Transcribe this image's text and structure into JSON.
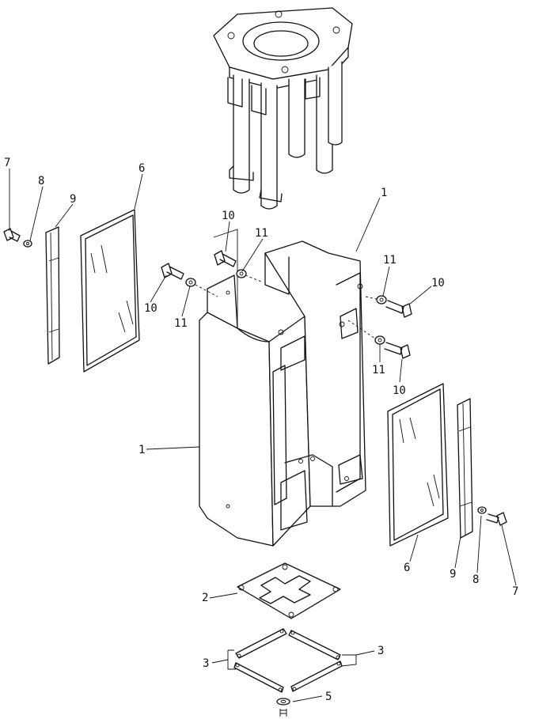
{
  "callouts": {
    "c1a": "1",
    "c1b": "1",
    "c2": "2",
    "c3a": "3",
    "c3b": "3",
    "c5": "5",
    "c6a": "6",
    "c6b": "6",
    "c7a": "7",
    "c7b": "7",
    "c8a": "8",
    "c8b": "8",
    "c9a": "9",
    "c9b": "9",
    "c10a": "10",
    "c10b": "10",
    "c10c": "10",
    "c10d": "10",
    "c11a": "11",
    "c11b": "11",
    "c11c": "11",
    "c11d": "11"
  }
}
